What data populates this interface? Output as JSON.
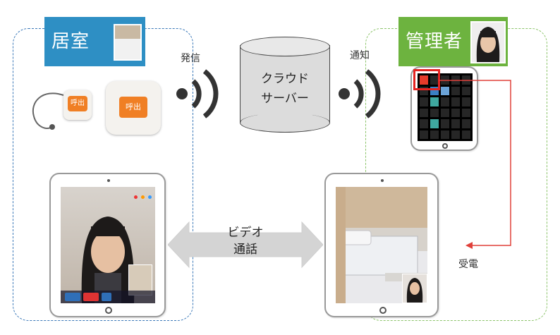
{
  "zones": {
    "room": {
      "label": "居室",
      "color": "#2e8fc4"
    },
    "admin": {
      "label": "管理者",
      "color": "#6db33f"
    }
  },
  "devices": {
    "pendant_button": "呼出",
    "wall_button": "呼出"
  },
  "flow": {
    "send": "発信",
    "notify": "通知",
    "server_line1": "クラウド",
    "server_line2": "サーバー",
    "video_line1": "ビデオ",
    "video_line2": "通話",
    "receive": "受電"
  },
  "colors": {
    "highlight": "#e52421",
    "arrow_line": "#e0403a",
    "wifi": "#333333"
  }
}
